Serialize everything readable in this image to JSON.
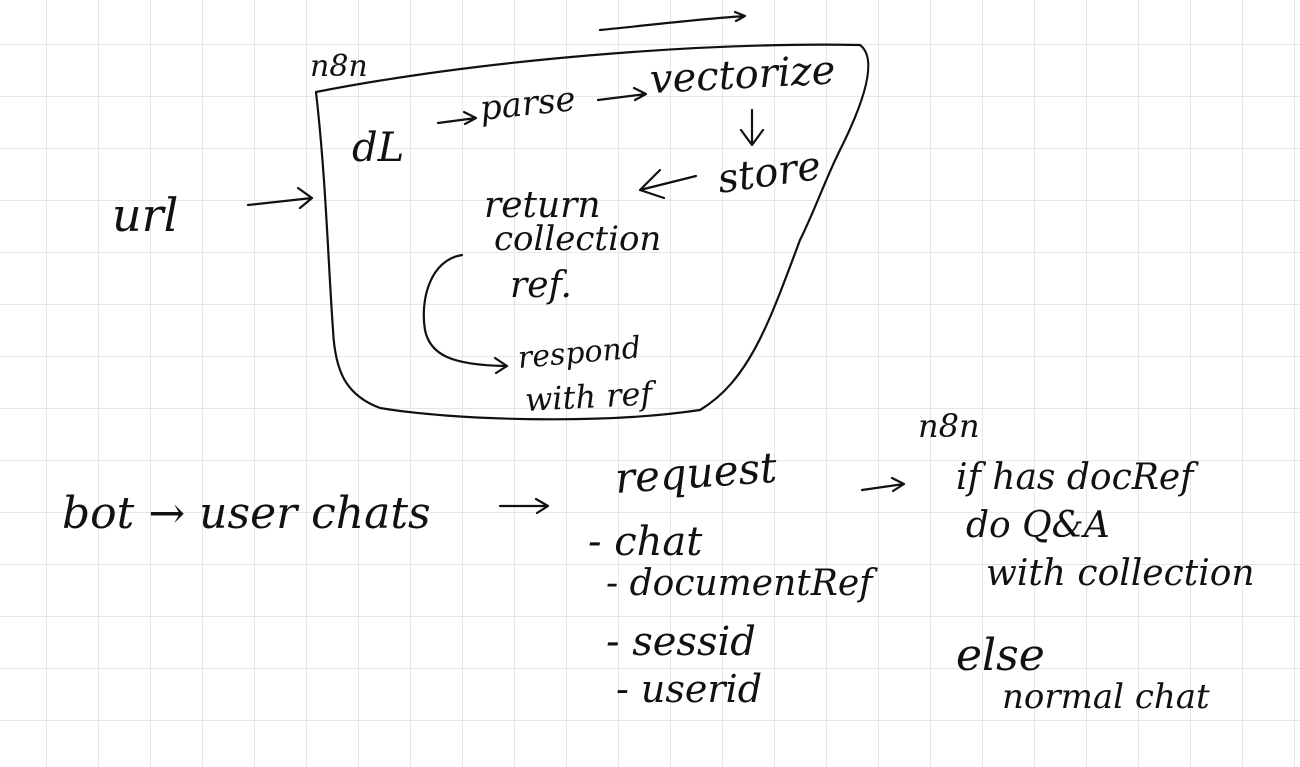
{
  "top": {
    "system_label": "n8n",
    "input_label": "url",
    "steps": {
      "download": "dL",
      "parse": "parse",
      "vectorize": "vectorize",
      "store": "store",
      "return_line1": "return",
      "return_line2": "collection",
      "return_line3": "ref.",
      "respond_line1": "respond",
      "respond_line2": "with ref"
    }
  },
  "bottom": {
    "trigger": "bot → user chats",
    "request": {
      "title": "request",
      "fields": [
        "- chat",
        "- documentRef",
        "- sessid",
        "- userid"
      ]
    },
    "system_label": "n8n",
    "logic": {
      "if_line": "if has docRef",
      "then_line1": "do Q&A",
      "then_line2": "with collection",
      "else_label": "else",
      "else_action": "normal chat"
    }
  }
}
